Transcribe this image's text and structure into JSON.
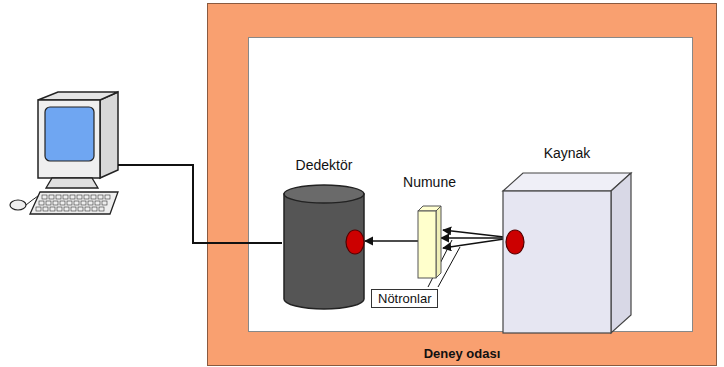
{
  "diagram": {
    "nodes": [
      {
        "text": [
          "Deney odası"
        ]
      },
      {
        "text": [
          "Dedektör"
        ],
        "in": 0
      },
      {
        "text": [
          "Numune"
        ],
        "in": 0
      },
      {
        "text": [
          "Kaynak"
        ],
        "in": 0
      },
      {
        "text": [
          "Nötronlar"
        ],
        "in": 0
      }
    ],
    "edges": [
      {
        "from": 3,
        "to": 2,
        "arrow": "to"
      },
      {
        "from": 2,
        "to": 1,
        "arrow": "to"
      }
    ]
  }
}
